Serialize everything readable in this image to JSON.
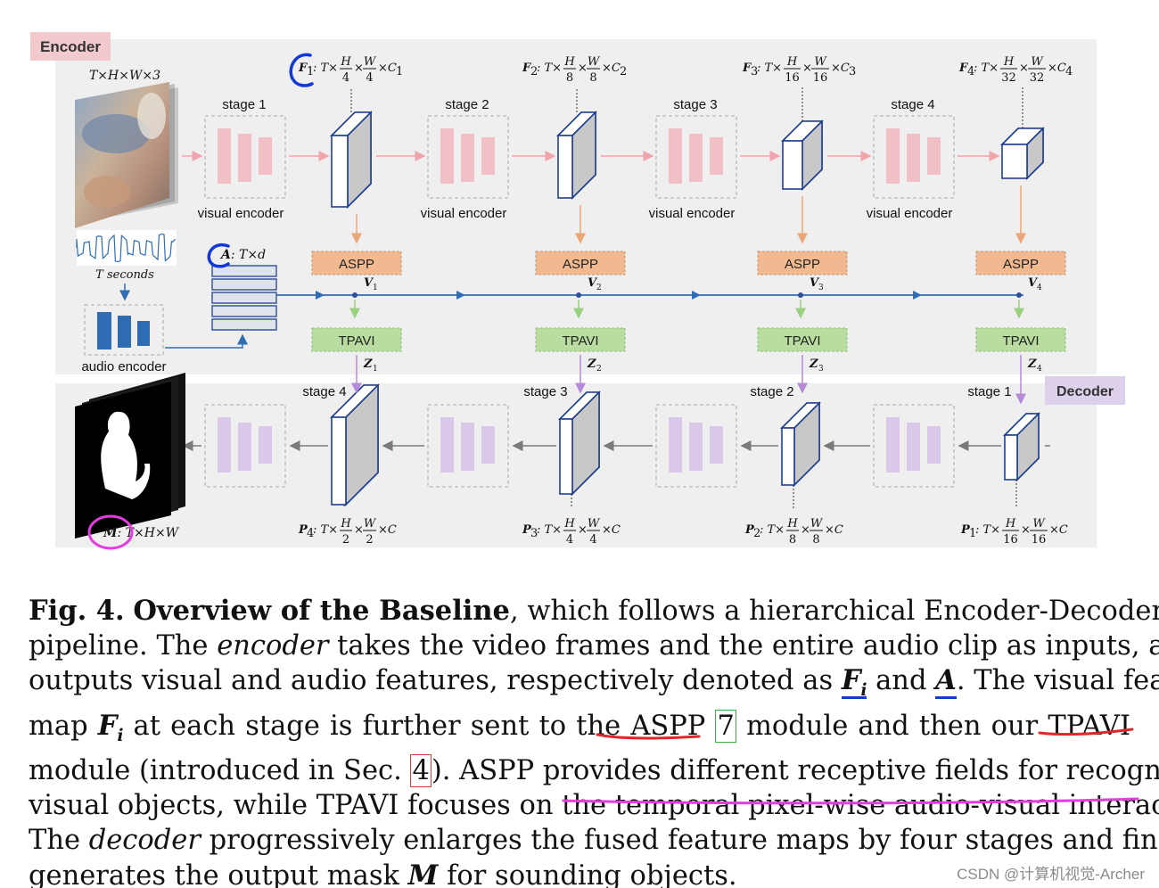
{
  "diagram": {
    "encoder_tag": "Encoder",
    "decoder_tag": "Decoder",
    "input_dims": "T×H×W×3",
    "audio_seconds": "T seconds",
    "audio_encoder_label": "audio encoder",
    "audio_feature": {
      "name": "A",
      "dims": ": T×d"
    },
    "visual_encoder_label": "visual encoder",
    "stages_enc": [
      "stage 1",
      "stage 2",
      "stage 3",
      "stage 4"
    ],
    "stages_dec": [
      "stage 4",
      "stage 3",
      "stage 2",
      "stage 1"
    ],
    "aspp_label": "ASPP",
    "tpavi_label": "TPAVI",
    "v_labels": [
      "V",
      "V",
      "V",
      "V"
    ],
    "v_subs": [
      "1",
      "2",
      "3",
      "4"
    ],
    "z_labels": [
      "Z",
      "Z",
      "Z",
      "Z"
    ],
    "z_subs": [
      "1",
      "2",
      "3",
      "4"
    ],
    "enc_features": [
      {
        "name": "F",
        "sub": "1",
        "pre": ": T×",
        "h": "H",
        "hd": "4",
        "w": "W",
        "wd": "4",
        "post": "×C",
        "postsub": "1"
      },
      {
        "name": "F",
        "sub": "2",
        "pre": ": T×",
        "h": "H",
        "hd": "8",
        "w": "W",
        "wd": "8",
        "post": "×C",
        "postsub": "2"
      },
      {
        "name": "F",
        "sub": "3",
        "pre": ": T×",
        "h": "H",
        "hd": "16",
        "w": "W",
        "wd": "16",
        "post": "×C",
        "postsub": "3"
      },
      {
        "name": "F",
        "sub": "4",
        "pre": ": T×",
        "h": "H",
        "hd": "32",
        "w": "W",
        "wd": "32",
        "post": "×C",
        "postsub": "4"
      }
    ],
    "dec_features": [
      {
        "name": "P",
        "sub": "4",
        "pre": ": T×",
        "h": "H",
        "hd": "2",
        "w": "W",
        "wd": "2",
        "post": "×C"
      },
      {
        "name": "P",
        "sub": "3",
        "pre": ": T×",
        "h": "H",
        "hd": "4",
        "w": "W",
        "wd": "4",
        "post": "×C"
      },
      {
        "name": "P",
        "sub": "2",
        "pre": ": T×",
        "h": "H",
        "hd": "8",
        "w": "W",
        "wd": "8",
        "post": "×C"
      },
      {
        "name": "P",
        "sub": "1",
        "pre": ": T×",
        "h": "H",
        "hd": "16",
        "w": "W",
        "wd": "16",
        "post": "×C"
      }
    ],
    "mask_label": {
      "name": "M",
      "dims": ": T×H×W"
    },
    "colors": {
      "panel": "#efefef",
      "encoder_tag": "#f2c9cc",
      "decoder_tag": "#ddd0ea",
      "enc_bars": "#f0c0c6",
      "dec_bars": "#d9c8e8",
      "aspp": "#f1b98f",
      "tpavi": "#b9dda0",
      "flow_blue": "#2f6db5",
      "orange_arrow": "#eaa677",
      "green_arrow": "#9bd07f",
      "purple_arrow": "#b58ad7",
      "pink_arrow": "#f0a5ad",
      "cube_border": "#1f3f8f",
      "audio_bars": "#2e6db4",
      "annot_blue": "#1338d6",
      "annot_magenta": "#e33de0",
      "annot_red": "#e0262a"
    }
  },
  "caption": {
    "lines": [
      [
        "Fig. 4.",
        " ",
        "Overview of the Baseline",
        ", which follows a hierarchical Encoder-Decoder"
      ],
      [
        "pipeline. The ",
        "encoder",
        " takes the video frames and the entire audio clip as inputs, and"
      ],
      [
        "outputs visual and audio features, respectively denoted as ",
        "F",
        "i",
        " and ",
        "A",
        ". The visual feature"
      ],
      [
        "map ",
        "F",
        "i",
        " at each stage is further sent to the ASPP ",
        "7",
        " module and then our TPAVI"
      ],
      [
        "module (introduced in Sec. ",
        "4",
        "). ASPP provides different receptive fields for recognizing"
      ],
      [
        "visual objects, while TPAVI focuses on the temporal pixel-wise audio-visual interaction."
      ],
      [
        "The ",
        "decoder",
        " progressively enlarges the fused feature maps by four stages and finally"
      ],
      [
        "generates the output mask ",
        "M",
        " for sounding objects."
      ]
    ]
  },
  "watermark": "CSDN @计算机视觉-Archer"
}
